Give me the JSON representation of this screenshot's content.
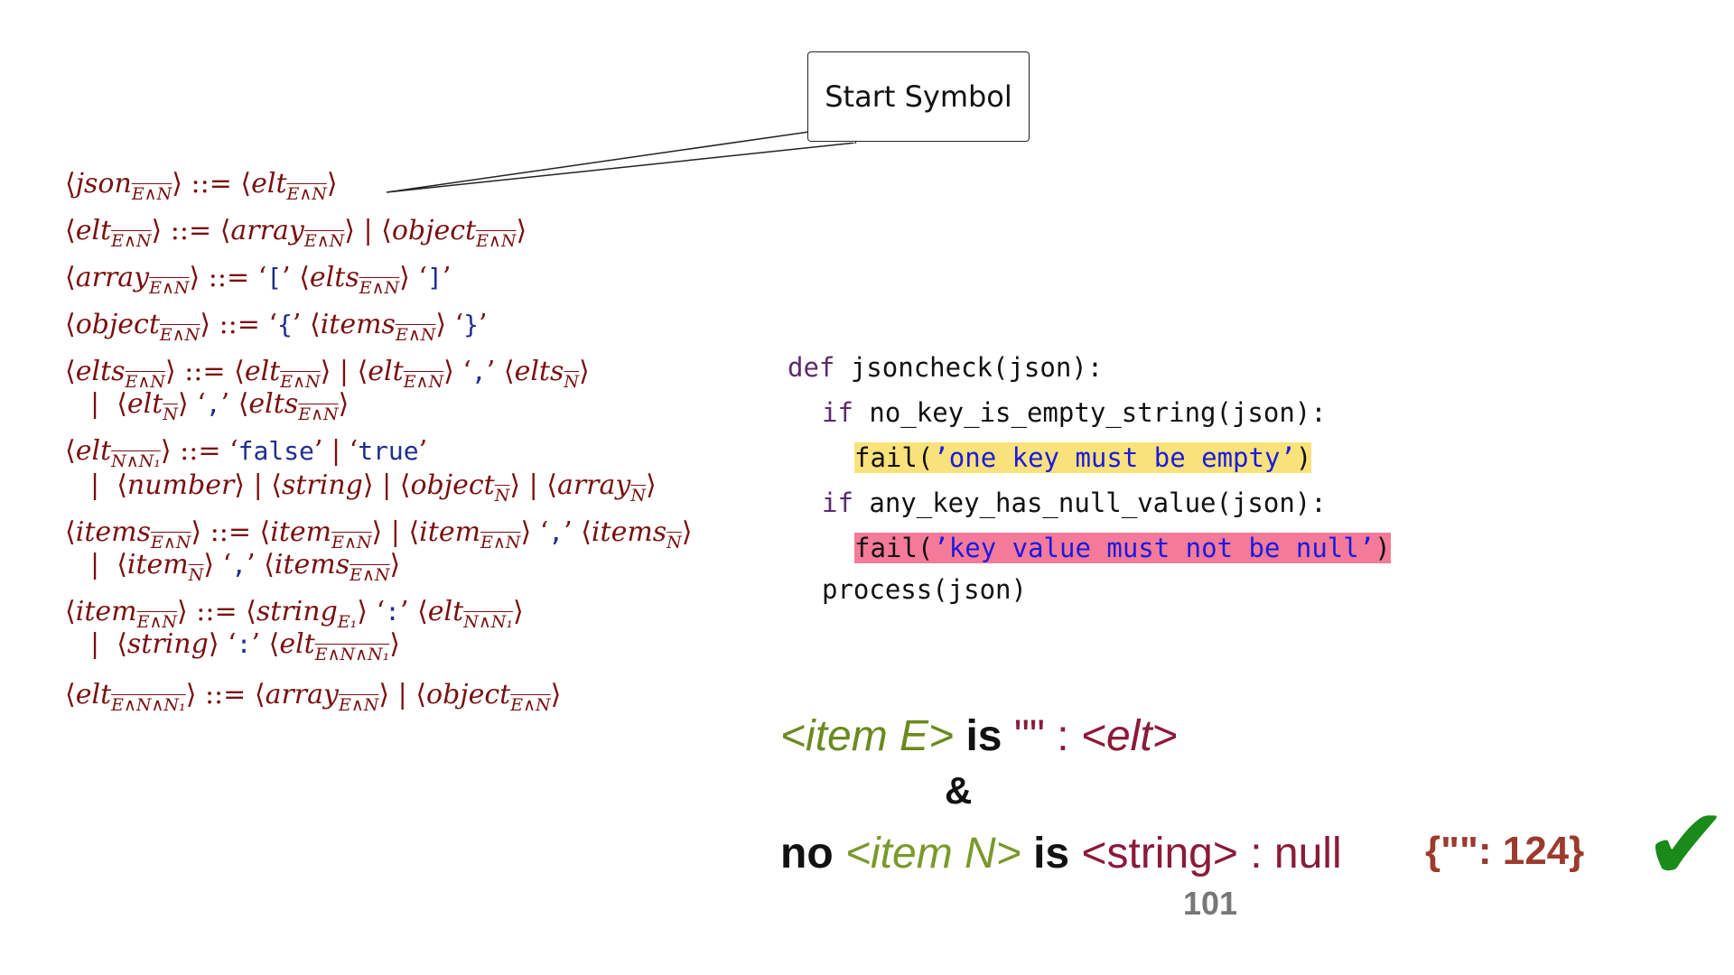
{
  "callout": {
    "label": "Start Symbol"
  },
  "grammar": {
    "nt": {
      "json": "json",
      "elt": "elt",
      "array": "array",
      "object": "object",
      "elts": "elts",
      "items": "items",
      "item": "item",
      "number": "number",
      "string": "string"
    },
    "sub": {
      "EN": "E∧N",
      "E": "E",
      "N": "N",
      "NN1": "N∧N₁",
      "E1": "E₁",
      "ENN1": "E∧N∧N₁"
    },
    "op": "::=",
    "bar": "|",
    "terms": {
      "lbracket": "[",
      "rbracket": "]",
      "lbrace": "{",
      "rbrace": "}",
      "comma": ",",
      "colon": ":",
      "false": "false",
      "true": "true"
    }
  },
  "code": {
    "line1_kw": "def",
    "line1": " jsoncheck(json):",
    "line2_kw": "if",
    "line2": " no_key_is_empty_string(json):",
    "line3_fn": "fail(",
    "line3_str": "’one key must be empty’",
    "line3_end": ")",
    "line4_kw": "if",
    "line4": " any_key_has_null_value(json):",
    "line5_fn": "fail(",
    "line5_str": "’key value must not be null’",
    "line5_end": ")",
    "line6": "process(json)"
  },
  "statement": {
    "item_e": "<item E>",
    "is": "is",
    "empty_str": "\"\"",
    "colon": ":",
    "elt": "<elt>",
    "amp": "&",
    "no": "no",
    "item_n": "<item N>",
    "is2": "is",
    "string_null": "<string> : null"
  },
  "example": "{\"\": 124}",
  "check": "✔",
  "page_number": "101",
  "colors": {
    "grammar": "#7a1010",
    "terminal": "#1e2f8c",
    "olive": "#6b8a1f",
    "maroon": "#8b1a3a",
    "highlight_yellow": "#f9e27a",
    "highlight_pink": "#f47a9a",
    "check": "#1a8a1a",
    "example": "#9b3b2e"
  }
}
